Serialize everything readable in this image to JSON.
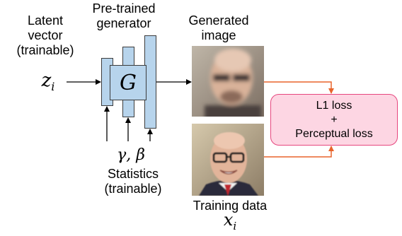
{
  "labels": {
    "latent_vector": "Latent\nvector\n(trainable)",
    "latent_symbol": "z",
    "latent_sub": "i",
    "generator_title": "Pre-trained\ngenerator",
    "generator_symbol": "G",
    "statistics_symbols": "γ, β",
    "statistics": "Statistics\n(trainable)",
    "generated_image": "Generated\nimage",
    "training_data": "Training data",
    "training_symbol": "x",
    "training_sub": "i"
  },
  "loss": {
    "line1": "L1 loss",
    "line2": "+",
    "line3": "Perceptual loss"
  },
  "colors": {
    "block_fill": "#b7d4ec",
    "loss_fill": "#fdd6e3",
    "loss_border": "#e6467e",
    "loss_arrow": "#e8642b"
  }
}
